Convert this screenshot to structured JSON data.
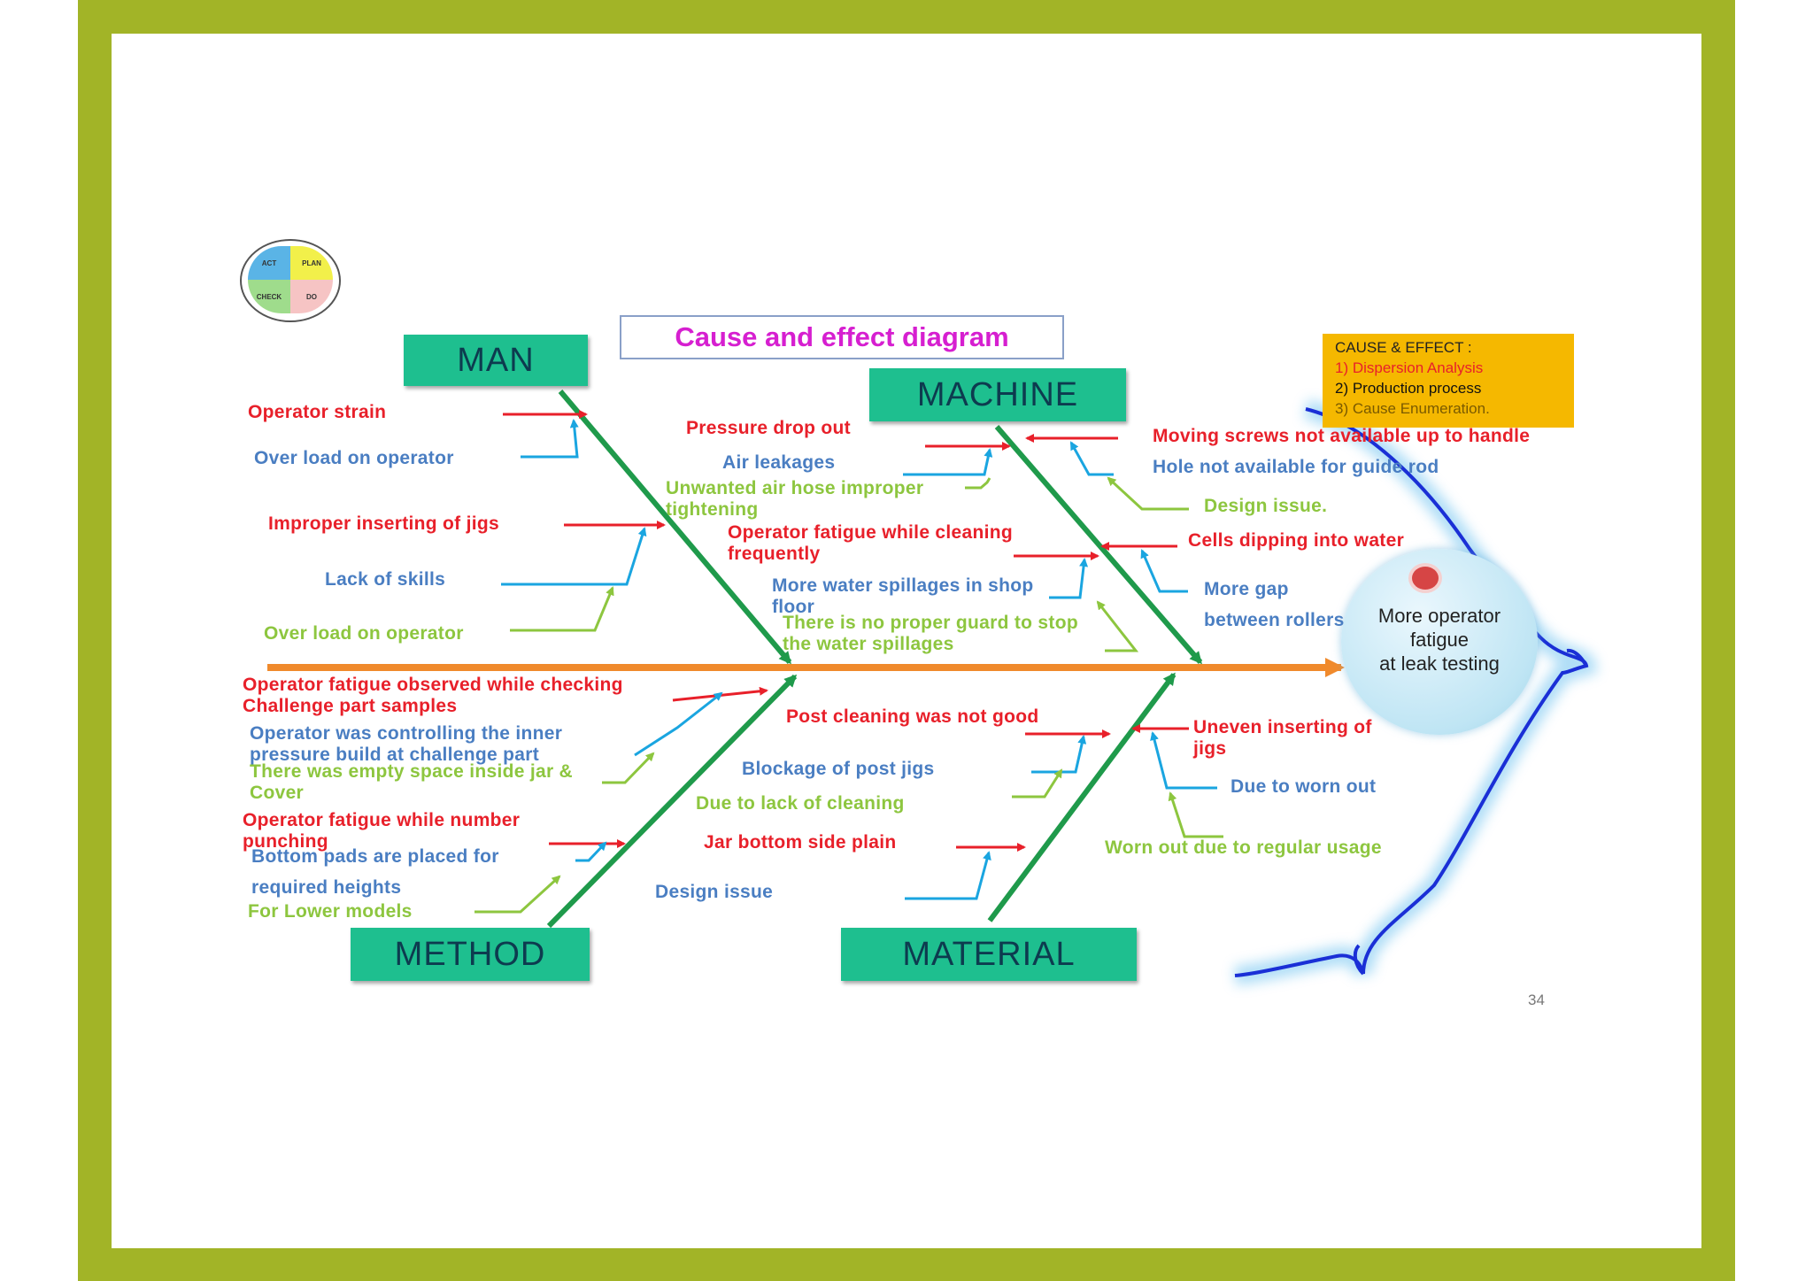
{
  "slide": {
    "title": "Cause and effect diagram",
    "page_number": "34"
  },
  "legend": {
    "heading": "CAUSE & EFFECT :",
    "items": [
      "1) Dispersion Analysis",
      "2) Production process",
      "3) Cause Enumeration."
    ],
    "colors": [
      "#e8202a",
      "#111111",
      "#7a5a00"
    ]
  },
  "pdca": {
    "act": "ACT",
    "plan": "PLAN",
    "check": "CHECK",
    "do": "DO"
  },
  "categories": {
    "man": "MAN",
    "machine": "MACHINE",
    "method": "METHOD",
    "material": "MATERIAL"
  },
  "effect": {
    "line1": "More operator",
    "line2": "fatigue",
    "line3": "at leak testing"
  },
  "man": {
    "c1": "Operator strain",
    "c1a": "Over load on operator",
    "c2": "Improper inserting of jigs",
    "c2a": "Lack of skills",
    "c2b": "Over load on operator"
  },
  "machine": {
    "c1": "Pressure drop out",
    "c1a": "Air leakages",
    "c1b": "Unwanted air hose improper tightening",
    "c2": "Operator fatigue while cleaning frequently",
    "c2a": "More water spillages in shop floor",
    "c2b": "There is no proper guard to stop the water spillages",
    "c3": "Moving screws not available up to handle",
    "c3a": "Hole not available for guide rod",
    "c3b": "Design issue.",
    "c4": "Cells dipping into water",
    "c4a": "More gap",
    "c4b": "between rollers"
  },
  "method": {
    "c1": "Operator fatigue observed while checking Challenge part samples",
    "c1a": "Operator was controlling the inner pressure build at  challenge part",
    "c1b": "There was empty  space inside jar & Cover",
    "c2": "Operator fatigue while number punching",
    "c2a": "Bottom  pads are placed for",
    "c2a2": "required heights",
    "c2b": "For Lower models"
  },
  "material": {
    "c1": "Post cleaning was not good",
    "c1a": "Blockage of post jigs",
    "c1b": "Due to lack of cleaning",
    "c2": "Jar bottom side plain",
    "c2a": "Design issue",
    "c3": "Uneven inserting of jigs",
    "c3a": "Due to worn out",
    "c3b": "Worn out due to regular usage"
  },
  "colors": {
    "frame": "#a2b427",
    "category_box": "#1ebf8f",
    "bone": "#1f9a4b",
    "spine": "#f08a2c",
    "cause_red": "#e8202a",
    "sub_blue": "#4a7ec2",
    "sub_green": "#8dc63f",
    "fish_outline": "#1a2fd6"
  }
}
